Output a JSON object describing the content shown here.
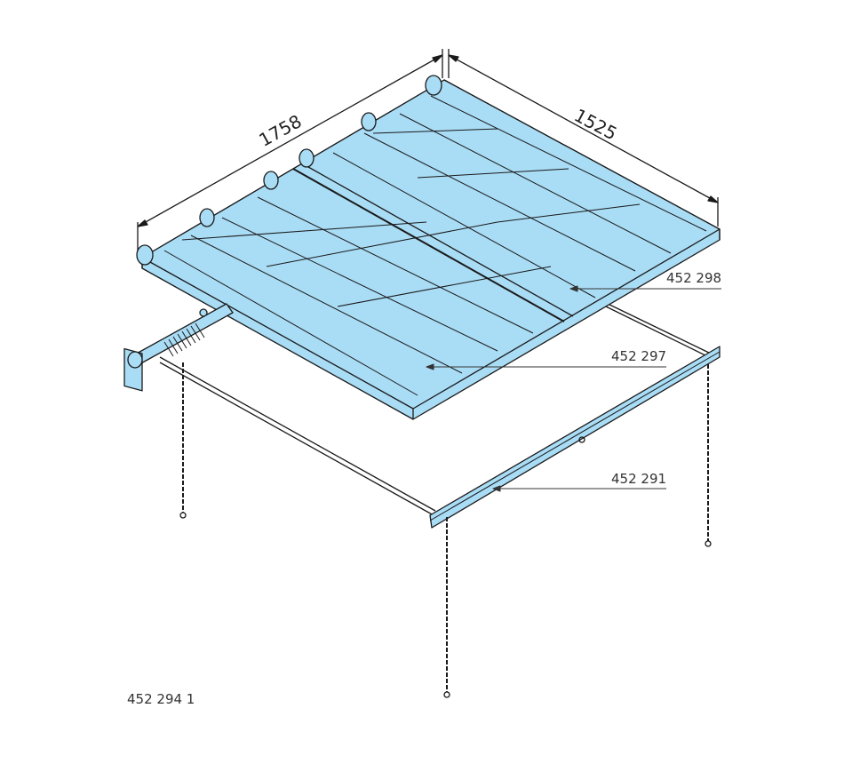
{
  "dimensions": {
    "length": "1758",
    "width": "1525"
  },
  "parts": [
    {
      "number": "452 298"
    },
    {
      "number": "452 297"
    },
    {
      "number": "452 291"
    }
  ],
  "drawing_number": "452 294 1",
  "colors": {
    "panel": "#a9dcf5",
    "line": "#1a1a1a",
    "leader": "#333333"
  }
}
